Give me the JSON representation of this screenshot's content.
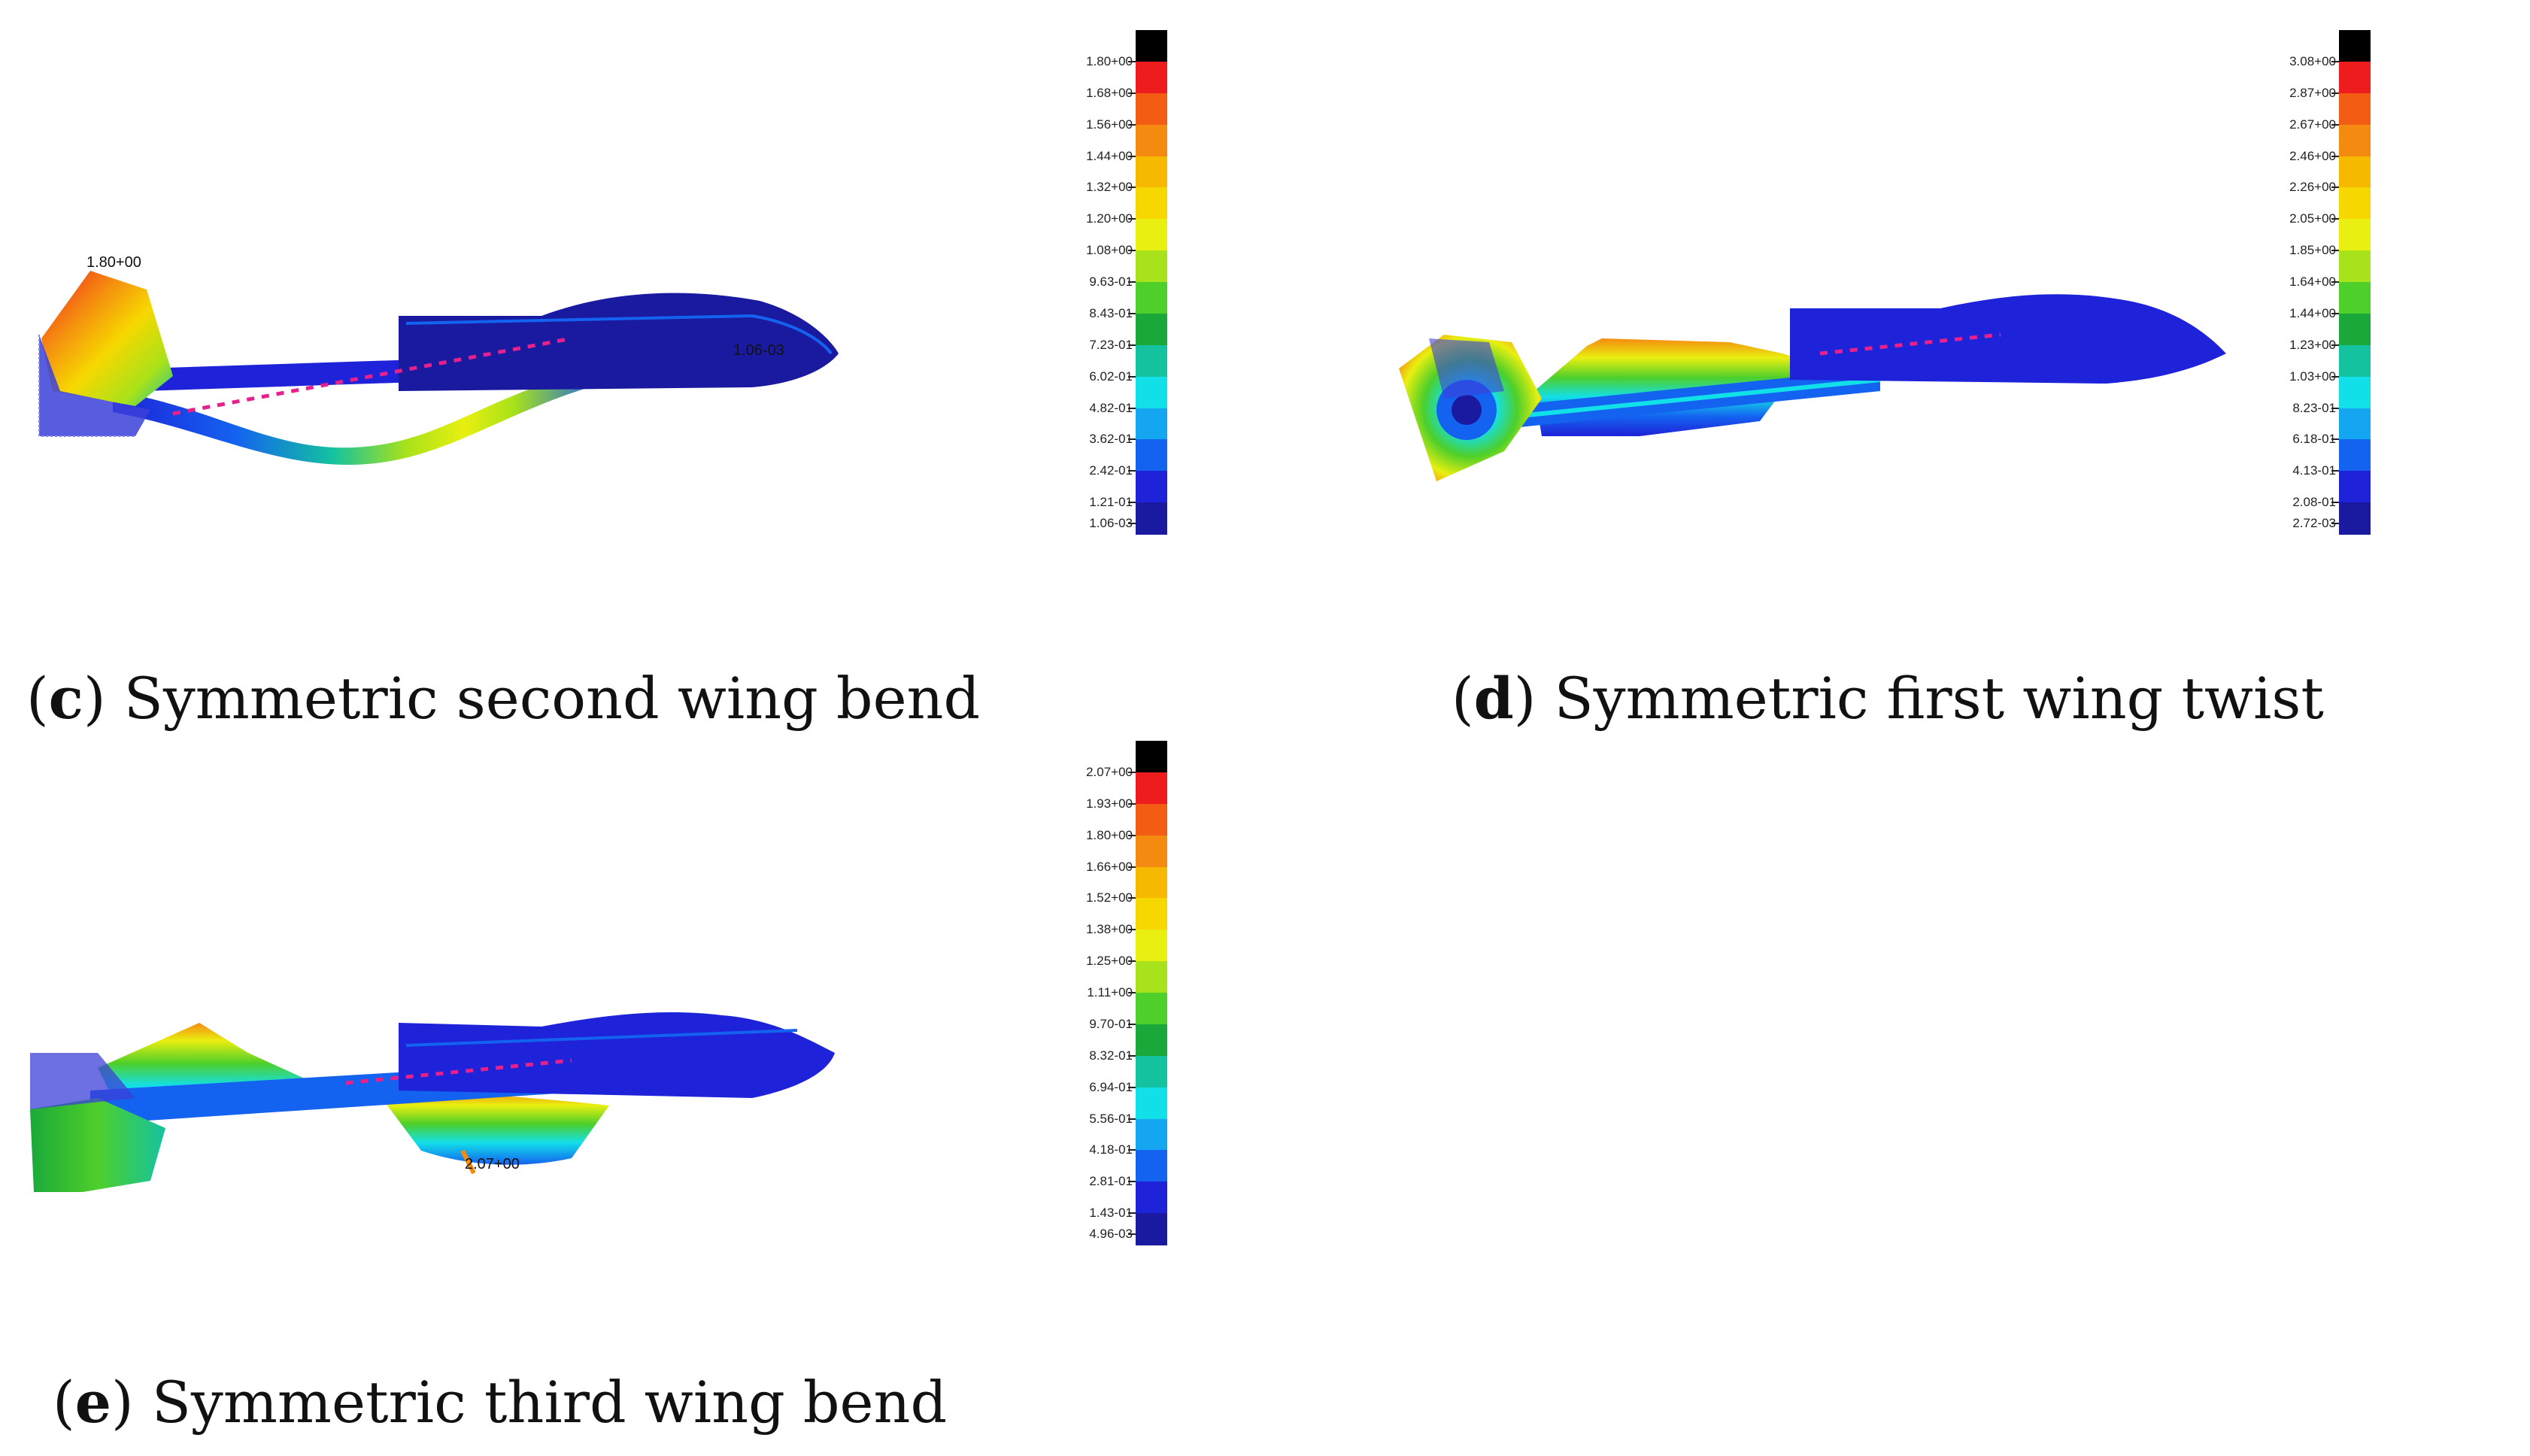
{
  "panels": [
    {
      "id": "c",
      "letter": "c",
      "caption": "Symmetric second wing bend",
      "max_label": "1.80+00",
      "min_label": "1.06-03",
      "legend_labels": [
        "1.80+00",
        "1.68+00",
        "1.56+00",
        "1.44+00",
        "1.32+00",
        "1.20+00",
        "1.08+00",
        "9.63-01",
        "8.43-01",
        "7.23-01",
        "6.02-01",
        "4.82-01",
        "3.62-01",
        "2.42-01",
        "1.21-01",
        "1.06-03"
      ]
    },
    {
      "id": "d",
      "letter": "d",
      "caption": "Symmetric first wing twist",
      "max_label": "",
      "min_label": "",
      "legend_labels": [
        "3.08+00",
        "2.87+00",
        "2.67+00",
        "2.46+00",
        "2.26+00",
        "2.05+00",
        "1.85+00",
        "1.64+00",
        "1.44+00",
        "1.23+00",
        "1.03+00",
        "8.23-01",
        "6.18-01",
        "4.13-01",
        "2.08-01",
        "2.72-03"
      ]
    },
    {
      "id": "e",
      "letter": "e",
      "caption": "Symmetric third wing bend",
      "max_label": "2.07+00",
      "min_label": "",
      "legend_labels": [
        "2.07+00",
        "1.93+00",
        "1.80+00",
        "1.66+00",
        "1.52+00",
        "1.38+00",
        "1.25+00",
        "1.11+00",
        "9.70-01",
        "8.32-01",
        "6.94-01",
        "5.56-01",
        "4.18-01",
        "2.81-01",
        "1.43-01",
        "4.96-03"
      ]
    }
  ],
  "colors": {
    "scale": [
      "#000000",
      "#ee1c1c",
      "#f25c13",
      "#f58a10",
      "#f7b800",
      "#f6d800",
      "#e9ef10",
      "#a8e21a",
      "#4ecf2a",
      "#1aa83a",
      "#14c2a0",
      "#12e0e8",
      "#14a6f0",
      "#1462f0",
      "#1e22d8",
      "#1a1aa0"
    ],
    "panel_bg": "#ffffff",
    "ribs": "#e6208c"
  },
  "scale_label_prefix": "(",
  "scale_label_suffix": ")"
}
